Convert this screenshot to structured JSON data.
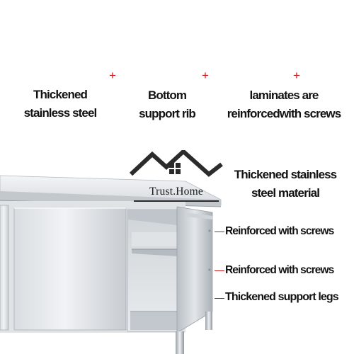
{
  "colors": {
    "plus": "#c8161d",
    "accent_line": "#c8161d",
    "text": "#121212",
    "steel_light": "#e9ecef",
    "steel_mid": "#c9ced3",
    "steel_dark": "#8e959c"
  },
  "features_top": [
    {
      "line1": "Thickened",
      "line2": "stainless steel"
    },
    {
      "line1": "Bottom",
      "line2": "support rib"
    },
    {
      "line1": "laminates are",
      "line2": "reinforcedwith screws"
    }
  ],
  "plus_symbol": "+",
  "logo": {
    "text": "Trust.Home",
    "icon": "house-roof-logo-icon"
  },
  "callouts": [
    {
      "line1": "Thickened stainless",
      "line2": "steel material"
    },
    {
      "text": "Reinforced with screws"
    },
    {
      "text": "Reinforced with screws"
    },
    {
      "text": "Thickened support legs"
    }
  ]
}
